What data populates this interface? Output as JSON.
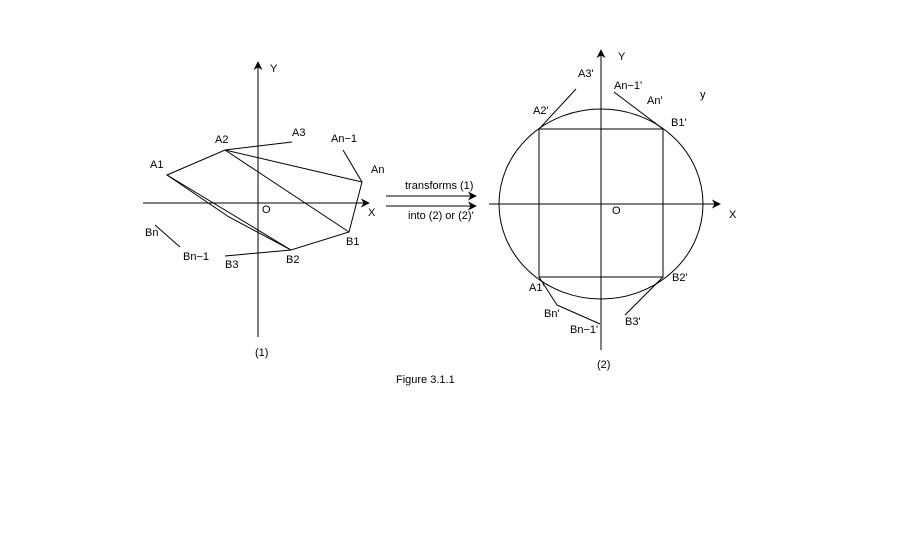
{
  "diagram": {
    "left": {
      "axis_x_label": "X",
      "axis_y_label": "Y",
      "origin_label": "O",
      "caption": "(1)",
      "points": {
        "A1": "A1",
        "A2": "A2",
        "A3": "A3",
        "An_1": "An−1",
        "An": "An",
        "B1": "B1",
        "B2": "B2",
        "B3": "B3",
        "Bn_1": "Bn−1",
        "Bn": "Bn"
      }
    },
    "arrow": {
      "top_label": "transforms (1)",
      "bottom_label": "into (2) or (2)'"
    },
    "right": {
      "axis_x_label": "X",
      "axis_y_label": "Y",
      "small_y_label": "y",
      "origin_label": "O",
      "caption": "(2)",
      "points": {
        "A1p": "A1'",
        "A2p": "A2'",
        "A3p": "A3'",
        "An_1p": "An−1'",
        "Anp": "An'",
        "B1p": "B1'",
        "B2p": "B2'",
        "B3p": "B3'",
        "Bn_1p": "Bn−1'",
        "Bnp": "Bn'"
      }
    },
    "figure_caption": "Figure 3.1.1"
  }
}
